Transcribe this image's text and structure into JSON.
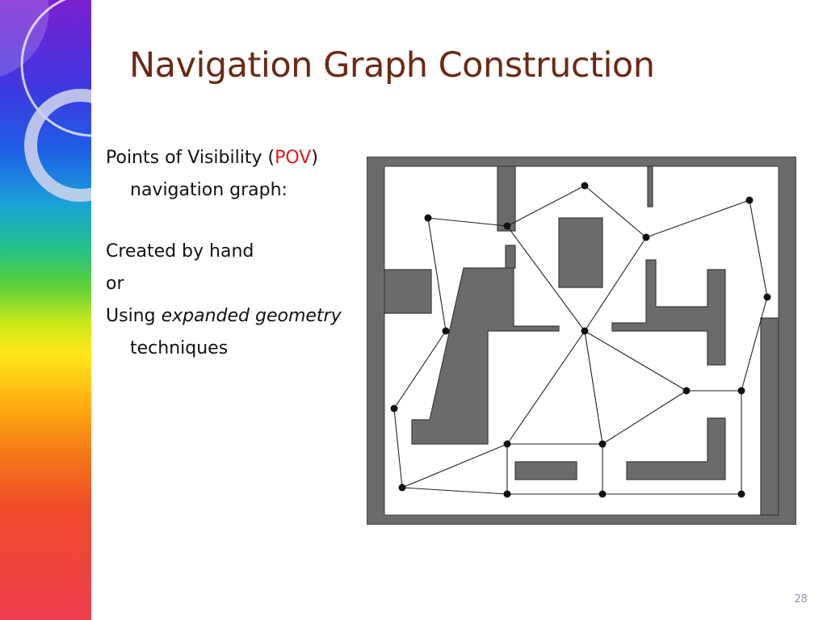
{
  "slide": {
    "title": "Navigation Graph Construction",
    "number": "28",
    "accent_colors": {
      "title": "#6b2a16",
      "highlight": "#e3181c"
    }
  },
  "bullets": {
    "b1_pre": "Points of Visibility (",
    "b1_em": "POV",
    "b1_post": ") navigation graph:",
    "b2": "Created by hand",
    "b3": "or",
    "b4_pre": "Using ",
    "b4_em": "expanded geometry",
    "b4_post": " techniques"
  }
}
